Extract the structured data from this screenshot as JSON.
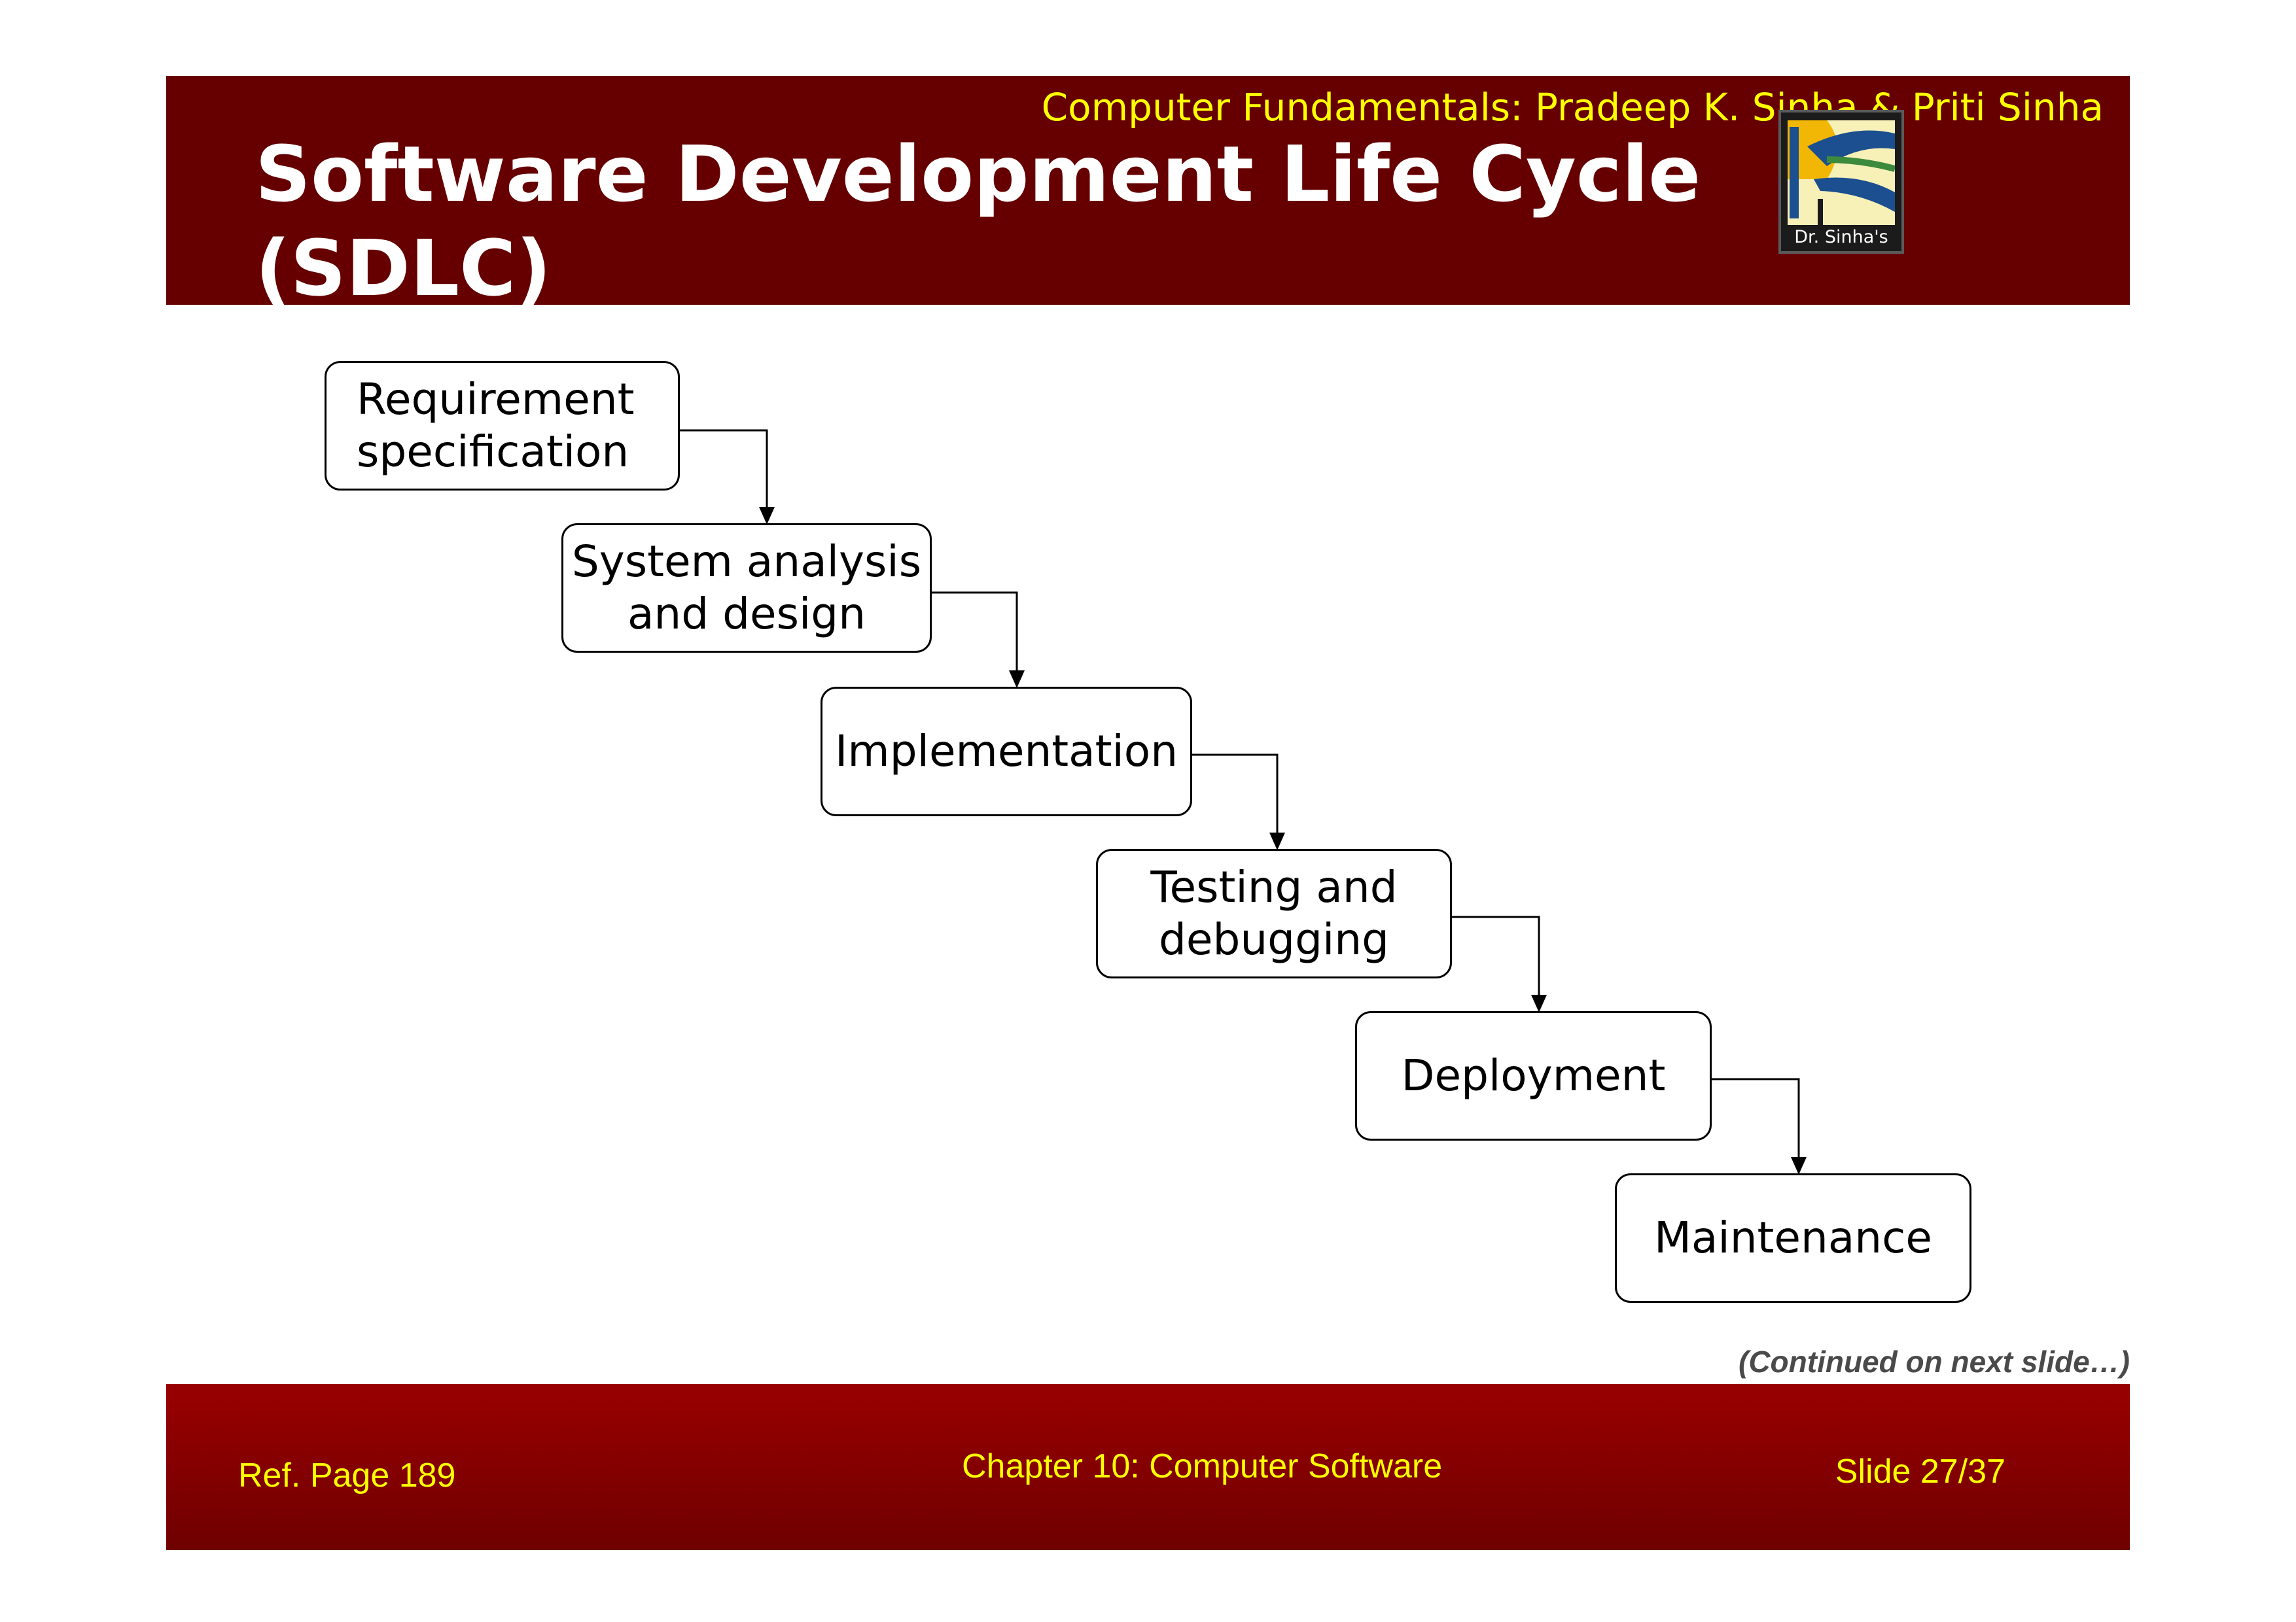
{
  "header": {
    "book_reference": "Computer Fundamentals: Pradeep K. Sinha & Priti Sinha",
    "title_line1": "Software Development Life Cycle",
    "title_line2": "(SDLC)",
    "logo_text": "Dr. Sinha's"
  },
  "diagram": {
    "steps": [
      {
        "label": "Requirement\nspecification"
      },
      {
        "label": "System analysis\nand design"
      },
      {
        "label": "Implementation"
      },
      {
        "label": "Testing and\ndebugging"
      },
      {
        "label": "Deployment"
      },
      {
        "label": "Maintenance"
      }
    ]
  },
  "continued_note": "(Continued on next slide…)",
  "footer": {
    "ref_page": "Ref. Page 189",
    "chapter": "Chapter 10: Computer Software",
    "slide_number": "Slide 27/37"
  },
  "colors": {
    "header_bg": "#660000",
    "footer_bg": "#8b0000",
    "accent_text": "#ffff00"
  }
}
